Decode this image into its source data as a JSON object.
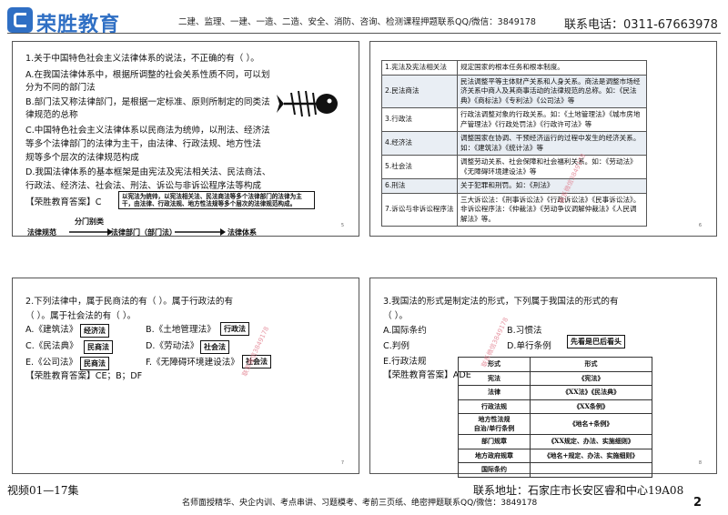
{
  "header": {
    "logo_text": "荣胜教育",
    "banner": "二建、监理、一建、一造、二造、安全、消防、咨询、检测课程押题联系QQ/微信：3849178",
    "hotline": "联系电话：0311-67663978"
  },
  "q1": {
    "question": "1.关于中国特色社会主义法律体系的说法，不正确的有（    ）。",
    "A1": "A.在我国法律体系中，根据所调整的社会关系性质不同，可以划",
    "A2": "分为不同的部门法",
    "B1": "B.部门法又称法律部门，是根据一定标准、原则所制定的同类法",
    "B2": "律规范的总称",
    "C1": "C.中国特色社会主义法律体系以民商法为统帅，以刑法、经济法",
    "C2": "等多个法律部门的法律为主干，由法律、行政法规、地方性法",
    "C3": "规等多个层次的法律规范构成",
    "D1": "D.我国法律体系的基本框架是由宪法及宪法相关法、民法商法、",
    "D2": "行政法、经济法、社会法、刑法、诉讼与非诉讼程序法等构成",
    "answer": "【荣胜教育答案】C",
    "note": "以宪法为统帅，以宪法相关法、民法商法等多个法律部门的法律为主干，由法律、行政法规、地方性法规等多个层次的法律规范构成。",
    "arrow_label": "分门别类",
    "flow": [
      "法律规范",
      "法律部门（部门法）",
      "法律体系"
    ],
    "page": "5"
  },
  "q2": {
    "question1": "2.下列法律中，属于民商法的有（  ）。属于行政法的有",
    "question2": "（   ）。属于社会法的有（   ）。",
    "opts": [
      {
        "label": "A.《建筑法》",
        "tag": "经济法"
      },
      {
        "label": "B.《土地管理法》",
        "tag": "行政法"
      },
      {
        "label": "C.《民法典》",
        "tag": "民商法"
      },
      {
        "label": "D.《劳动法》",
        "tag": "社会法"
      },
      {
        "label": "E.《公司法》",
        "tag": "民商法"
      },
      {
        "label": "F.《无障碍环境建设法》",
        "tag": "社会法"
      }
    ],
    "answer": "【荣胜教育答案】CE；B；DF",
    "page": "7"
  },
  "table": {
    "rows": [
      {
        "name": "1.宪法及宪法相关法",
        "desc": "规定国家的根本任务和根本制度。"
      },
      {
        "name": "2.民法商法",
        "desc": "民法调整平等主体财产关系和人身关系。商法是调整市场经济关系中商人及其商事活动的法律规范的总称。如：《民法典》《商标法》《专利法》《公司法》等"
      },
      {
        "name": "3.行政法",
        "desc": "行政法调整对象的行政关系。如：《土地管理法》《城市房地产管理法》《行政处罚法》《行政许可法》等"
      },
      {
        "name": "4.经济法",
        "desc": "调整国家在协调、干预经济运行的过程中发生的经济关系。如：《建筑法》《统计法》等"
      },
      {
        "name": "5.社会法",
        "desc": "调整劳动关系、社会保障和社会福利关系。如：《劳动法》《无障碍环境建设法》等"
      },
      {
        "name": "6.刑法",
        "desc": "关于犯罪和刑罚。如：《刑法》"
      },
      {
        "name": "7.诉讼与非诉讼程序法",
        "desc": "三大诉讼法：《刑事诉讼法》《行政诉讼法》《民事诉讼法》。非诉讼程序法：《仲裁法》《劳动争议调解仲裁法》《人民调解法》等。"
      }
    ],
    "page": "6"
  },
  "q3": {
    "question1": "3.我国法的形式是制定法的形式，下列属于我国法的形式的有",
    "question2": "（    ）。",
    "opts": [
      "A.国际条约",
      "B.习惯法",
      "C.判例",
      "D.单行条例",
      "E.行政法规"
    ],
    "answer": "【荣胜教育答案】ADE",
    "note": "先看是巴后看头",
    "form_header": [
      "形式",
      "形式"
    ],
    "forms": [
      [
        "宪法",
        "《宪法》"
      ],
      [
        "法律",
        "《XX法》《民法典》"
      ],
      [
        "行政法规",
        "《XX条例》"
      ],
      [
        "地方性法规\n自治/单行条例",
        "《地名+条例》"
      ],
      [
        "部门规章",
        "《XX规定、办法、实施细则》"
      ],
      [
        "地方政府规章",
        "《地名+规定、办法、实施细则》"
      ],
      [
        "国际条约",
        ""
      ]
    ],
    "page": "8"
  },
  "watermark": "联系微信3849178",
  "footer": {
    "left": "视频01—17集",
    "right": "联系地址：石家庄市长安区睿和中心19A08",
    "center": "名师面授精华、央企内训、考点串讲、习题模考、考前三页纸、绝密押题联系QQ/微信：3849178",
    "page_number": "2"
  }
}
